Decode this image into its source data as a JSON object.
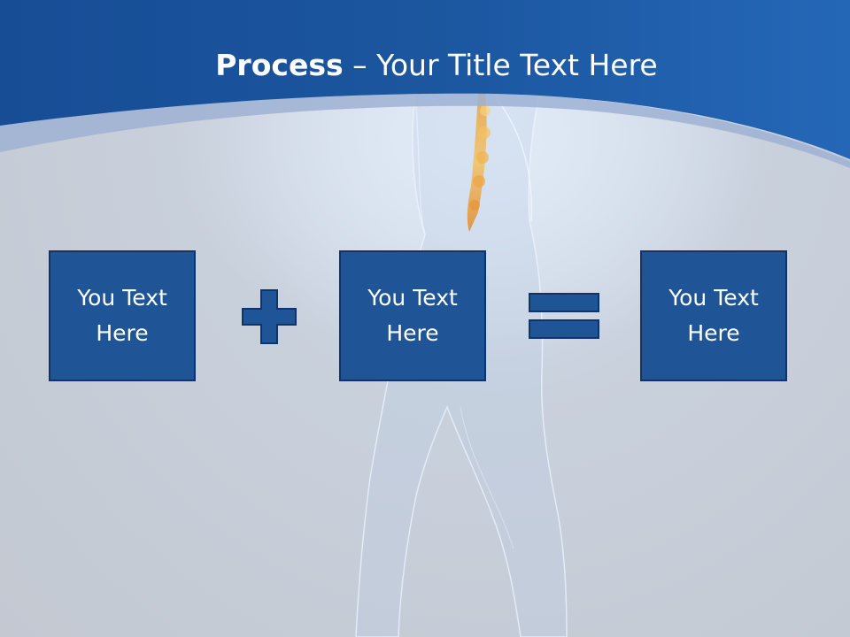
{
  "slide": {
    "title_bold": "Process",
    "title_rest": " – Your Title Text Here",
    "boxes": [
      {
        "text": "You Text Here"
      },
      {
        "text": "You Text Here"
      },
      {
        "text": "You Text Here"
      }
    ],
    "operators": [
      "plus-icon",
      "equals-icon"
    ],
    "colors": {
      "header_blue": "#1e5aa6",
      "box_fill": "#1f5597",
      "box_border": "#0f3568",
      "background": "#c6cbd4"
    },
    "illustration": "translucent-body-spine-illustration"
  }
}
